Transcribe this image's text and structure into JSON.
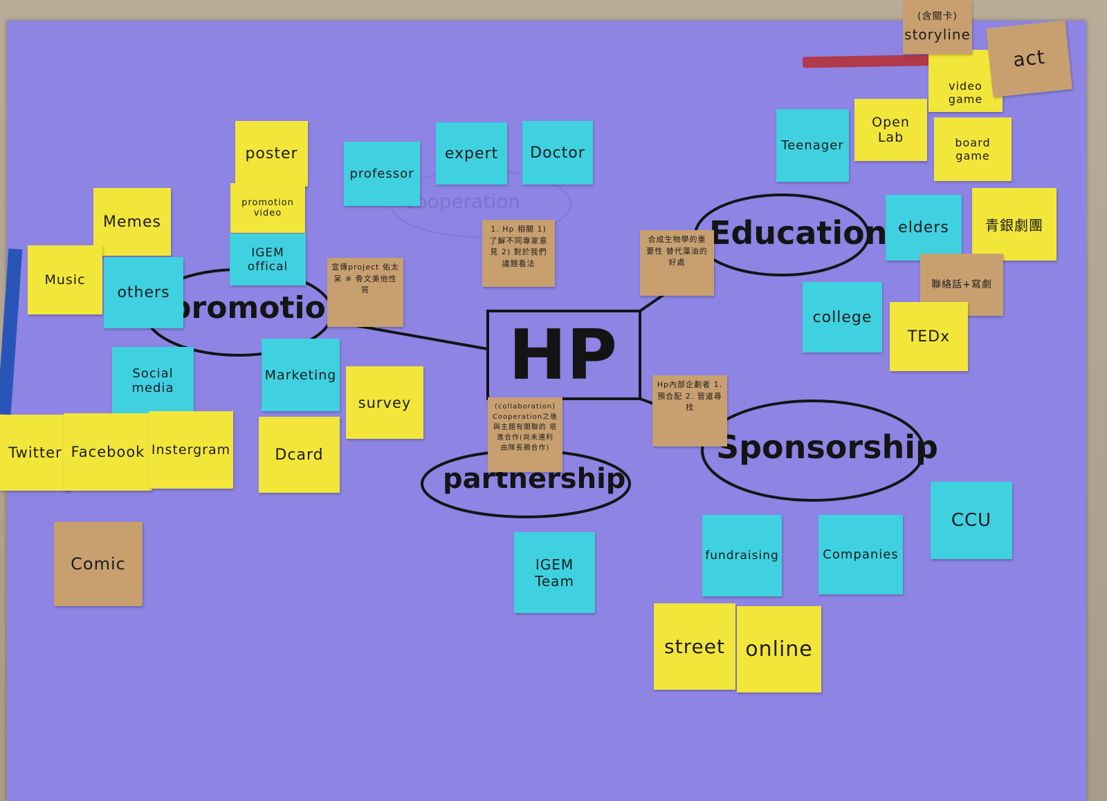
{
  "center": {
    "label": "HP"
  },
  "categories": {
    "promotion": "promotion",
    "education": "Education",
    "sponsorship": "Sponsorship",
    "partnership": "partnership",
    "cooperation": "cooperation"
  },
  "notes": {
    "poster": "poster",
    "promotion_video": "promotion video",
    "memes": "Memes",
    "music": "Music",
    "others": "others",
    "igem_official": "IGEM offical",
    "social_media": "Social media",
    "marketing": "Marketing",
    "survey": "survey",
    "twitter": "Twitter",
    "facebook": "Facebook",
    "instagram": "Instergram",
    "dcard": "Dcard",
    "comic": "Comic",
    "professor": "professor",
    "expert": "expert",
    "doctor": "Doctor",
    "igem_team": "IGEM Team",
    "teenager": "Teenager",
    "open_lab": "Open Lab",
    "video_game": "video game",
    "board_game": "board game",
    "act": "act",
    "storyline": "storyline",
    "storyline_top": "(含關卡)",
    "elders": "elders",
    "troupe": "青銀劇團",
    "college": "college",
    "tedx": "TEDx",
    "fundraising": "fundraising",
    "companies": "Companies",
    "ccu": "CCU",
    "street": "street",
    "online": "online"
  },
  "handwritten": {
    "promo_note": "宣傳project 佑太呆 ※ 骨文美他性質",
    "hp_note": "1. Hp 相關 1) 了解不同專家意見 2) 對於我們議題看法",
    "edu_note": "合成生物學的重要性 替代藻油的好處",
    "collab_note": "(collaboration) Cooperation之後 與主題有關聯的 塔進合作(尚未連利 由隊長親合作)",
    "sponsor_note": "Hp內部企劃者 1. 預合配 2. 管道尋找",
    "drama_note": "聯絡話+寫劇"
  },
  "colors": {
    "poster": "#8d84e4",
    "yellow": "#f3e63a",
    "cyan": "#3fd1e0",
    "kraft": "#c8a070",
    "ink": "#141414"
  }
}
